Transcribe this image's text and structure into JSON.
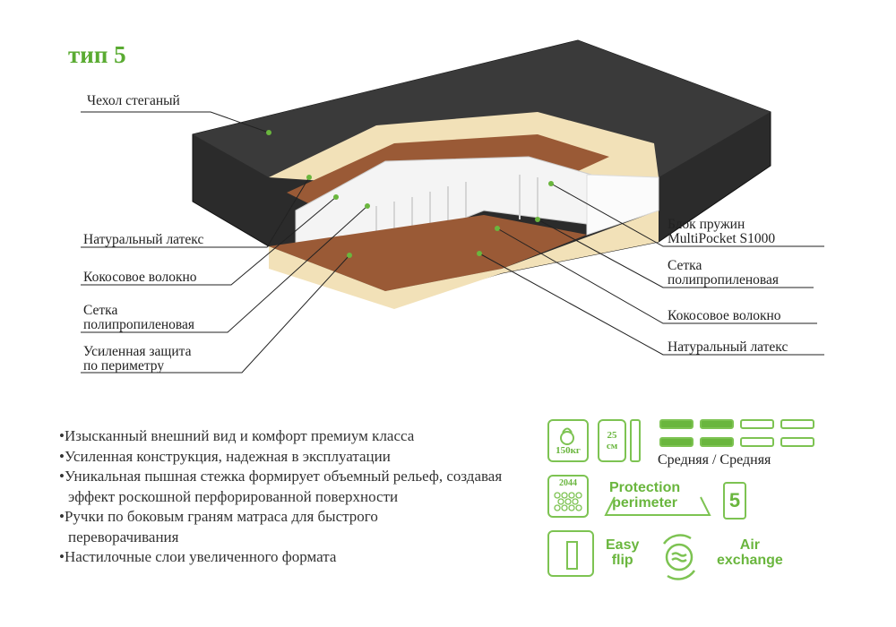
{
  "title": "тип 5",
  "labels_left": [
    {
      "lines": [
        "Чехол стеганый"
      ]
    },
    {
      "lines": [
        "Натуральный латекс"
      ]
    },
    {
      "lines": [
        "Кокосовое волокно"
      ]
    },
    {
      "lines": [
        "Сетка",
        "полипропиленовая"
      ]
    },
    {
      "lines": [
        "Усиленная защита",
        "по периметру"
      ]
    }
  ],
  "labels_right": [
    {
      "lines": [
        "Блок пружин",
        "MultiPocket S1000"
      ]
    },
    {
      "lines": [
        "Сетка",
        "полипропиленовая"
      ]
    },
    {
      "lines": [
        "Кокосовое волокно"
      ]
    },
    {
      "lines": [
        "Натуральный латекс"
      ]
    }
  ],
  "features": [
    "Изысканный внешний вид и комфорт премиум класса",
    "Усиленная конструкция, надежная в эксплуатации",
    "Уникальная пышная стежка формирует объемный рельеф, создавая эффект роскошной перфорированной поверхности",
    "Ручки по боковым граням матраса для быстрого переворачивания",
    "Настилочные слои увеличенного формата"
  ],
  "specs": {
    "max_load": "150кг",
    "height_value": "25",
    "height_unit": "см",
    "firmness": "Средняя / Средняя",
    "firmness_side1_level": 2,
    "firmness_side2_level": 2,
    "firmness_max": 4,
    "springs_count": "2044",
    "protection": [
      "Protection",
      "perimeter"
    ],
    "zones": "5",
    "easy_flip": [
      "Easy",
      "flip"
    ],
    "air_exchange": [
      "Air",
      "exchange"
    ]
  },
  "colors": {
    "accent": "#6ab63e",
    "latex": "#f3e3bd",
    "coconut": "#9a5a36",
    "cover": "#2a2a2a"
  }
}
